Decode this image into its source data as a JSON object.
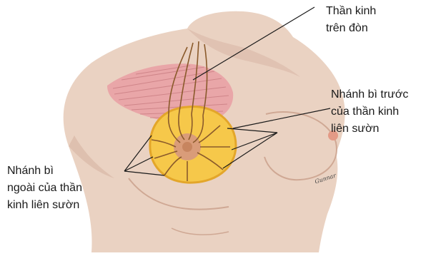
{
  "labels": {
    "supraclavicular": [
      "Thần kinh",
      "trên đòn"
    ],
    "anterior_cutaneous": [
      "Nhánh bì trước",
      "của thần kinh",
      "liên sườn"
    ],
    "lateral_cutaneous": [
      "Nhánh bì",
      "ngoài của thần",
      "kinh liên sườn"
    ]
  },
  "colors": {
    "skin": "#ead2c2",
    "skin_shadow": "#d9b8a6",
    "muscle": "#e9a6a8",
    "muscle_stripe": "#c97d82",
    "gland": "#f6c84a",
    "gland_edge": "#e3a62a",
    "areola": "#d99c79",
    "nerve": "#8a5a2b",
    "leader_line": "#1a1a1a"
  },
  "signature": "Gunnar"
}
